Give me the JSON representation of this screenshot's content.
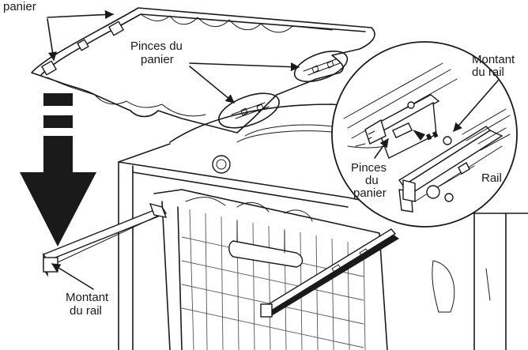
{
  "labels": {
    "top_left": "panier",
    "basket_clips_main_line1": "Pinces du",
    "basket_clips_main_line2": "panier",
    "rail_upright_top_line1": "Montant",
    "rail_upright_top_line2": "du rail",
    "basket_clips_inset_line1": "Pinces",
    "basket_clips_inset_line2": "du",
    "basket_clips_inset_line3": "panier",
    "rail": "Rail",
    "rail_upright_bottom_line1": "Montant",
    "rail_upright_bottom_line2": "du rail"
  },
  "colors": {
    "ink": "#1a1a1a",
    "background": "#ffffff"
  }
}
